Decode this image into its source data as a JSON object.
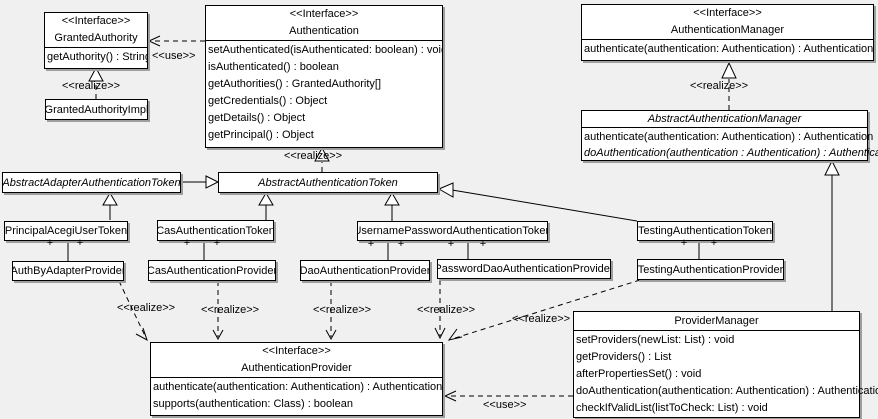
{
  "colors": {
    "background": "#f0f0f0",
    "box_fill": "#ffffff",
    "line": "#000000",
    "shadow": "#9e9e9e"
  },
  "edge_labels": {
    "use": "<<use>>",
    "realize": "<<realize>>"
  },
  "marks": {
    "plus": "+"
  },
  "classes": [
    {
      "stereotype": "<<Interface>>",
      "name": "GrantedAuthority",
      "methods": [
        "getAuthority() : String"
      ]
    },
    {
      "name": "GrantedAuthorityImpl",
      "methods": []
    },
    {
      "stereotype": "<<Interface>>",
      "name": "Authentication",
      "methods": [
        "setAuthenticated(isAuthenticated: boolean) : void",
        "isAuthenticated() : boolean",
        "getAuthorities() : GrantedAuthority[]",
        "getCredentials() : Object",
        "getDetails() : Object",
        "getPrincipal() : Object"
      ]
    },
    {
      "stereotype": "<<Interface>>",
      "name": "AuthenticationManager",
      "methods": [
        "authenticate(authentication: Authentication) : Authentication"
      ]
    },
    {
      "name": "AbstractAuthenticationManager",
      "abstract": true,
      "methods": [
        "authenticate(authentication: Authentication) : Authentication",
        "doAuthentication(authentication : Authentication) : Authentication"
      ]
    },
    {
      "name": "AbstractAdapterAuthenticationToken",
      "abstract": true,
      "methods": []
    },
    {
      "name": "AbstractAuthenticationToken",
      "abstract": true,
      "methods": []
    },
    {
      "name": "PrincipalAcegiUserToken",
      "methods": []
    },
    {
      "name": "CasAuthenticationToken",
      "methods": []
    },
    {
      "name": "UsernamePasswordAuthenticationToken",
      "methods": []
    },
    {
      "name": "TestingAuthenticationToken",
      "methods": []
    },
    {
      "name": "AuthByAdapterProvider",
      "methods": []
    },
    {
      "name": "CasAuthenticationProvider",
      "methods": []
    },
    {
      "name": "DaoAuthenticationProvider",
      "methods": []
    },
    {
      "name": "PasswordDaoAuthenticationProvider",
      "methods": []
    },
    {
      "name": "TestingAuthenticationProvider",
      "methods": []
    },
    {
      "stereotype": "<<Interface>>",
      "name": "AuthenticationProvider",
      "methods": [
        "authenticate(authentication: Authentication) : Authentication",
        "supports(authentication: Class) : boolean"
      ]
    },
    {
      "name": "ProviderManager",
      "methods": [
        "setProviders(newList: List) : void",
        "getProviders() : List",
        "afterPropertiesSet() : void",
        "doAuthentication(authentication: Authentication) : Authentication",
        "checkIfValidList(listToCheck: List) : void"
      ]
    }
  ]
}
